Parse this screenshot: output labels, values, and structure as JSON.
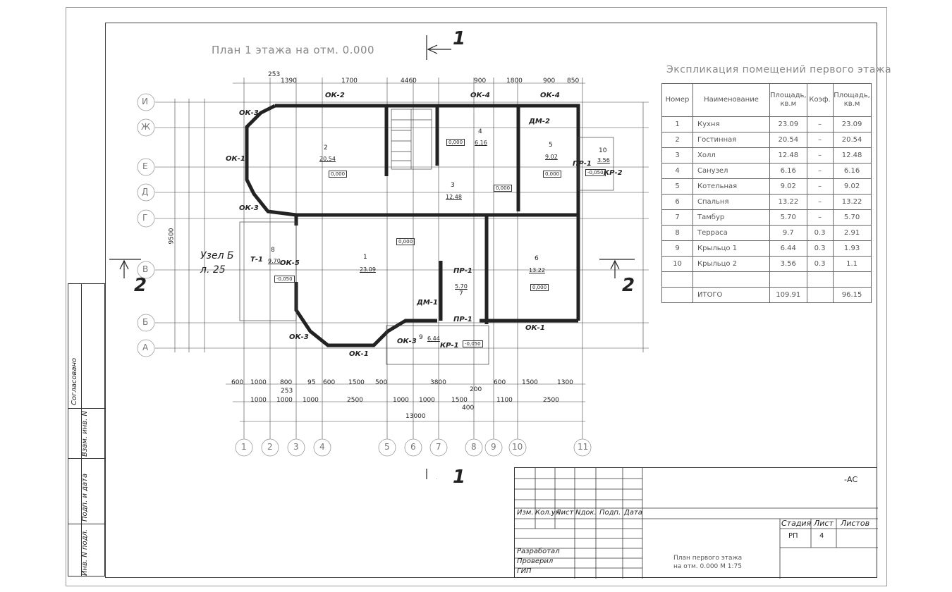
{
  "plan": {
    "title": "План 1 этажа на отм. 0.000",
    "section_1_label": "1",
    "section_2_label": "2",
    "axes_letters": [
      "И",
      "Ж",
      "Е",
      "Д",
      "Г",
      "В",
      "Б",
      "А"
    ],
    "axes_numbers": [
      "1",
      "2",
      "3",
      "4",
      "5",
      "6",
      "7",
      "8",
      "9",
      "10",
      "11"
    ],
    "node_label_1": "Узел Б",
    "node_label_2": "л. 25",
    "total_dim": "13000",
    "height_dim": "9500",
    "dims_top": [
      "253",
      "1390",
      "1700",
      "4460",
      "900",
      "1800",
      "900",
      "850"
    ],
    "dims_bottom_1": [
      "600",
      "1000",
      "800",
      "253",
      "95",
      "600",
      "1500",
      "500",
      "3800",
      "200",
      "600",
      "1500",
      "1300"
    ],
    "dims_bottom_2": [
      "1000",
      "1000",
      "1000",
      "2500",
      "1000",
      "1000",
      "1500",
      "400",
      "1100",
      "2500"
    ],
    "openings": [
      "ОК-1",
      "ОК-2",
      "ОК-3",
      "ОК-4",
      "ОК-5",
      "ДМ-1",
      "ДМ-2",
      "ПР-1",
      "КР-1",
      "КР-2",
      "Т-1"
    ],
    "rooms": [
      {
        "n": "1",
        "area": "23.09"
      },
      {
        "n": "2",
        "area": "20.54"
      },
      {
        "n": "3",
        "area": "12.48"
      },
      {
        "n": "4",
        "area": "6.16"
      },
      {
        "n": "5",
        "area": "9.02"
      },
      {
        "n": "6",
        "area": "13.22"
      },
      {
        "n": "7",
        "area": "5.70"
      },
      {
        "n": "8",
        "area": "9.70"
      },
      {
        "n": "9",
        "area": "6.44"
      },
      {
        "n": "10",
        "area": "3.56"
      }
    ],
    "level_marks": [
      "0,000",
      "-0,050"
    ]
  },
  "explication": {
    "title": "Экспликация помещений первого этажа",
    "headers": [
      "Номер",
      "Наименование",
      "Площадь, кв.м",
      "Коэф.",
      "Площадь, кв.м"
    ],
    "rows": [
      [
        "1",
        "Кухня",
        "23.09",
        "–",
        "23.09"
      ],
      [
        "2",
        "Гостинная",
        "20.54",
        "–",
        "20.54"
      ],
      [
        "3",
        "Холл",
        "12.48",
        "–",
        "12.48"
      ],
      [
        "4",
        "Санузел",
        "6.16",
        "–",
        "6.16"
      ],
      [
        "5",
        "Котельная",
        "9.02",
        "–",
        "9.02"
      ],
      [
        "6",
        "Спальня",
        "13.22",
        "–",
        "13.22"
      ],
      [
        "7",
        "Тамбур",
        "5.70",
        "–",
        "5.70"
      ],
      [
        "8",
        "Терраса",
        "9.7",
        "0.3",
        "2.91"
      ],
      [
        "9",
        "Крыльцо 1",
        "6.44",
        "0.3",
        "1.93"
      ],
      [
        "10",
        "Крыльцо 2",
        "3.56",
        "0.3",
        "1.1"
      ],
      [
        "",
        "",
        "",
        "",
        ""
      ]
    ],
    "total": [
      "",
      "ИТОГО",
      "109.91",
      "",
      "96.15"
    ]
  },
  "stamp": {
    "code": "-АС",
    "cols": [
      "Изм.",
      "Кол.уч",
      "Лист",
      "Nдок.",
      "Подп.",
      "Дата"
    ],
    "roles": [
      "Разработал",
      "Проверил",
      "ГИП"
    ],
    "stage_label": "Стадия",
    "sheet_label": "Лист",
    "sheets_label": "Листов",
    "stage_value": "РП",
    "sheet_value": "4",
    "drawing_name_1": "План первого этажа",
    "drawing_name_2": "на отм. 0.000 М 1:75"
  },
  "side": {
    "agreed": "Согласовано",
    "inv_repl": "Взам. инв. N",
    "sign_date": "Подп. и дата",
    "inv_orig": "Инв. N подл."
  }
}
